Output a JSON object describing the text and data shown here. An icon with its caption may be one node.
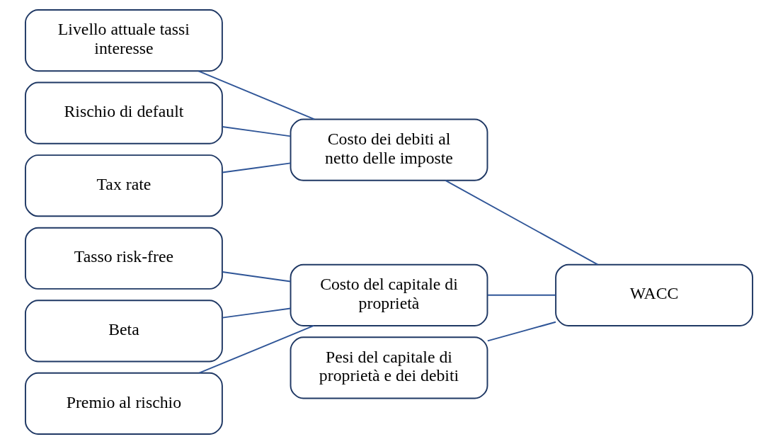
{
  "diagram": {
    "nodes": [
      {
        "text": [
          "Livello attuale tassi interesse"
        ]
      },
      {
        "text": [
          "Rischio di default"
        ]
      },
      {
        "text": [
          "Tax rate"
        ]
      },
      {
        "text": [
          "Tasso risk-free"
        ]
      },
      {
        "text": [
          "Beta"
        ]
      },
      {
        "text": [
          "Premio al rischio"
        ]
      },
      {
        "text": [
          "Costo dei debiti al netto delle imposte"
        ]
      },
      {
        "text": [
          "Costo del capitale di proprietà"
        ]
      },
      {
        "text": [
          "Pesi del capitale di proprietà e dei debiti"
        ]
      },
      {
        "text": [
          "WACC"
        ]
      }
    ],
    "edges": [
      {
        "from": 0,
        "to": 6,
        "arrow": "none"
      },
      {
        "from": 1,
        "to": 6,
        "arrow": "none"
      },
      {
        "from": 2,
        "to": 6,
        "arrow": "none"
      },
      {
        "from": 3,
        "to": 7,
        "arrow": "none"
      },
      {
        "from": 4,
        "to": 7,
        "arrow": "none"
      },
      {
        "from": 5,
        "to": 7,
        "arrow": "none"
      },
      {
        "from": 6,
        "to": 9,
        "arrow": "none"
      },
      {
        "from": 7,
        "to": 9,
        "arrow": "none"
      },
      {
        "from": 8,
        "to": 9,
        "arrow": "none"
      }
    ]
  }
}
